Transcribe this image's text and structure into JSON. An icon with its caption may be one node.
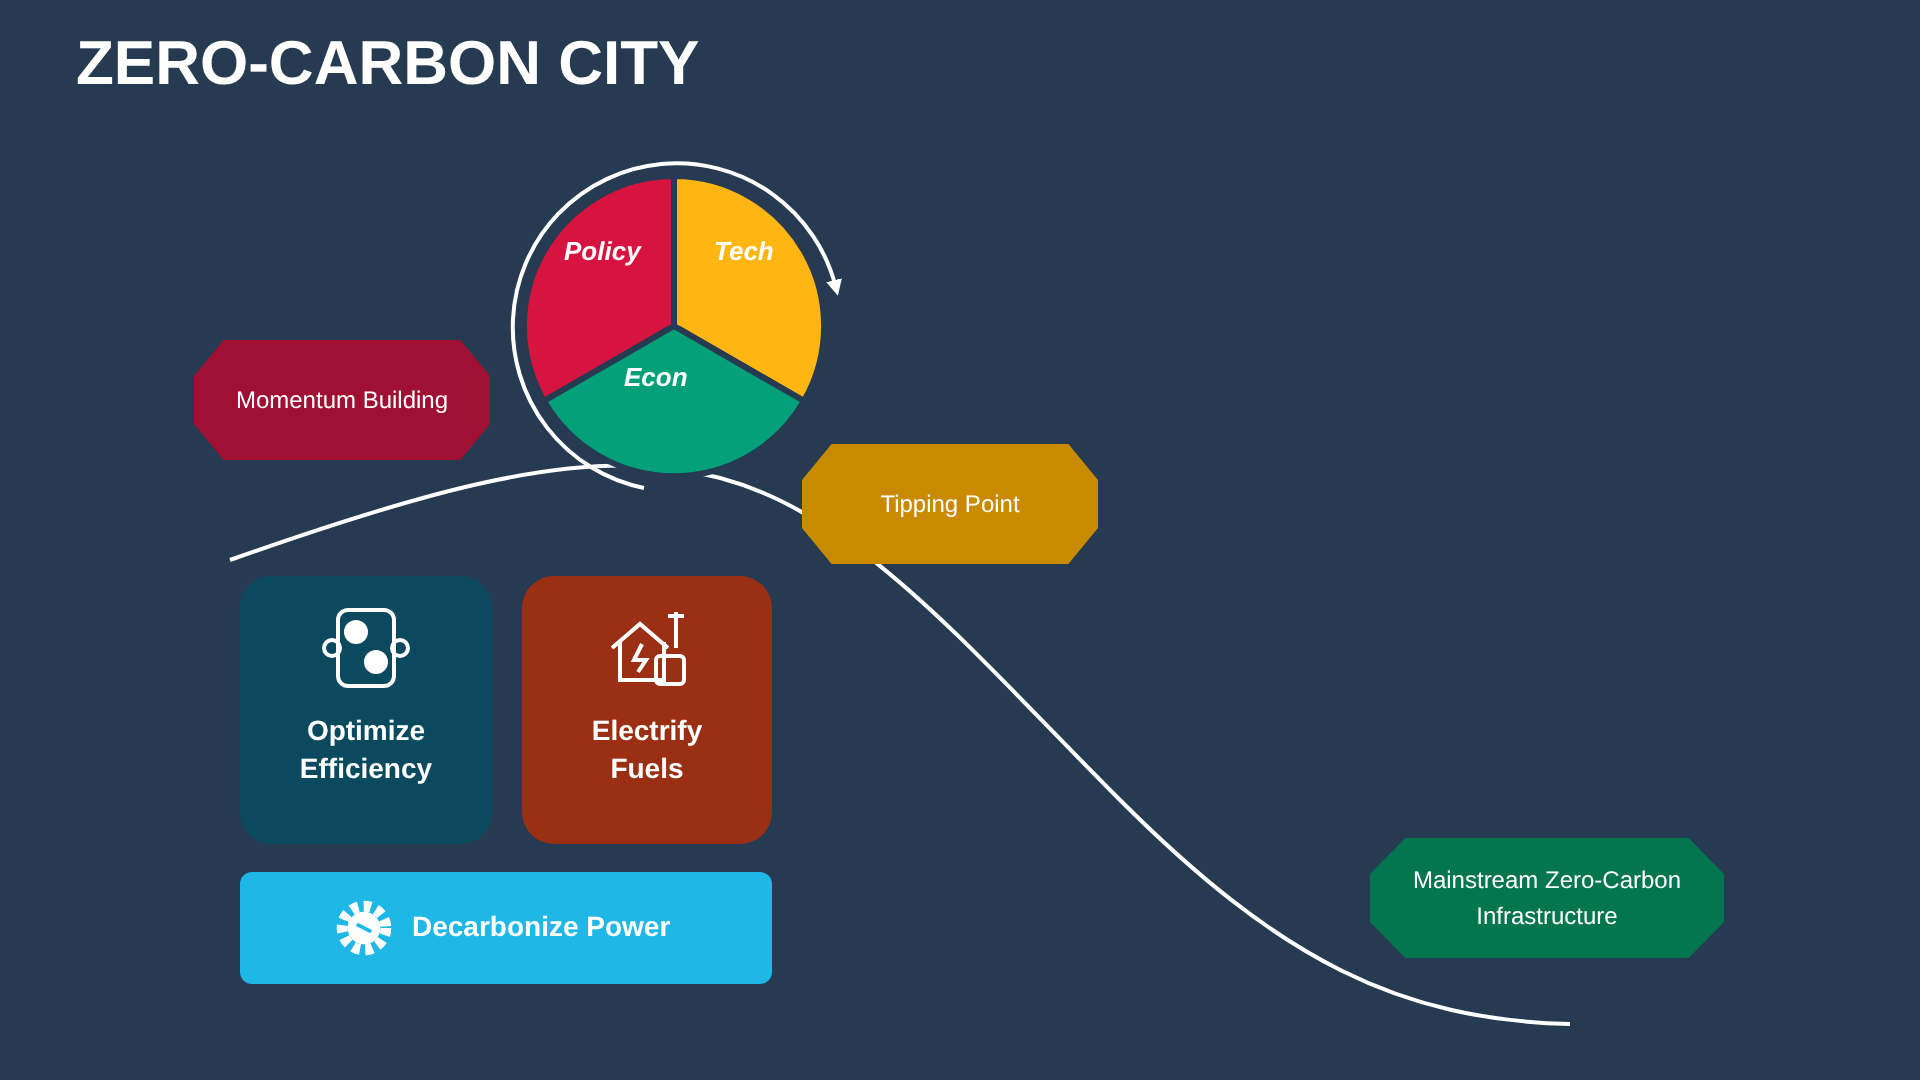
{
  "diagram": {
    "title": "ZERO-CARBON CITY",
    "nodes": [
      {
        "text": [
          "Policy"
        ]
      },
      {
        "text": [
          "Tech"
        ]
      },
      {
        "text": [
          "Econ"
        ]
      },
      {
        "text": [
          "Momentum Building"
        ]
      },
      {
        "text": [
          "Tipping Point"
        ]
      },
      {
        "text": [
          "Optimize Efficiency"
        ]
      },
      {
        "text": [
          "Electrify Fuels"
        ]
      },
      {
        "text": [
          "Decarbonize Power"
        ]
      },
      {
        "text": [
          "Mainstream Zero-Carbon Infrastructure"
        ]
      }
    ]
  }
}
